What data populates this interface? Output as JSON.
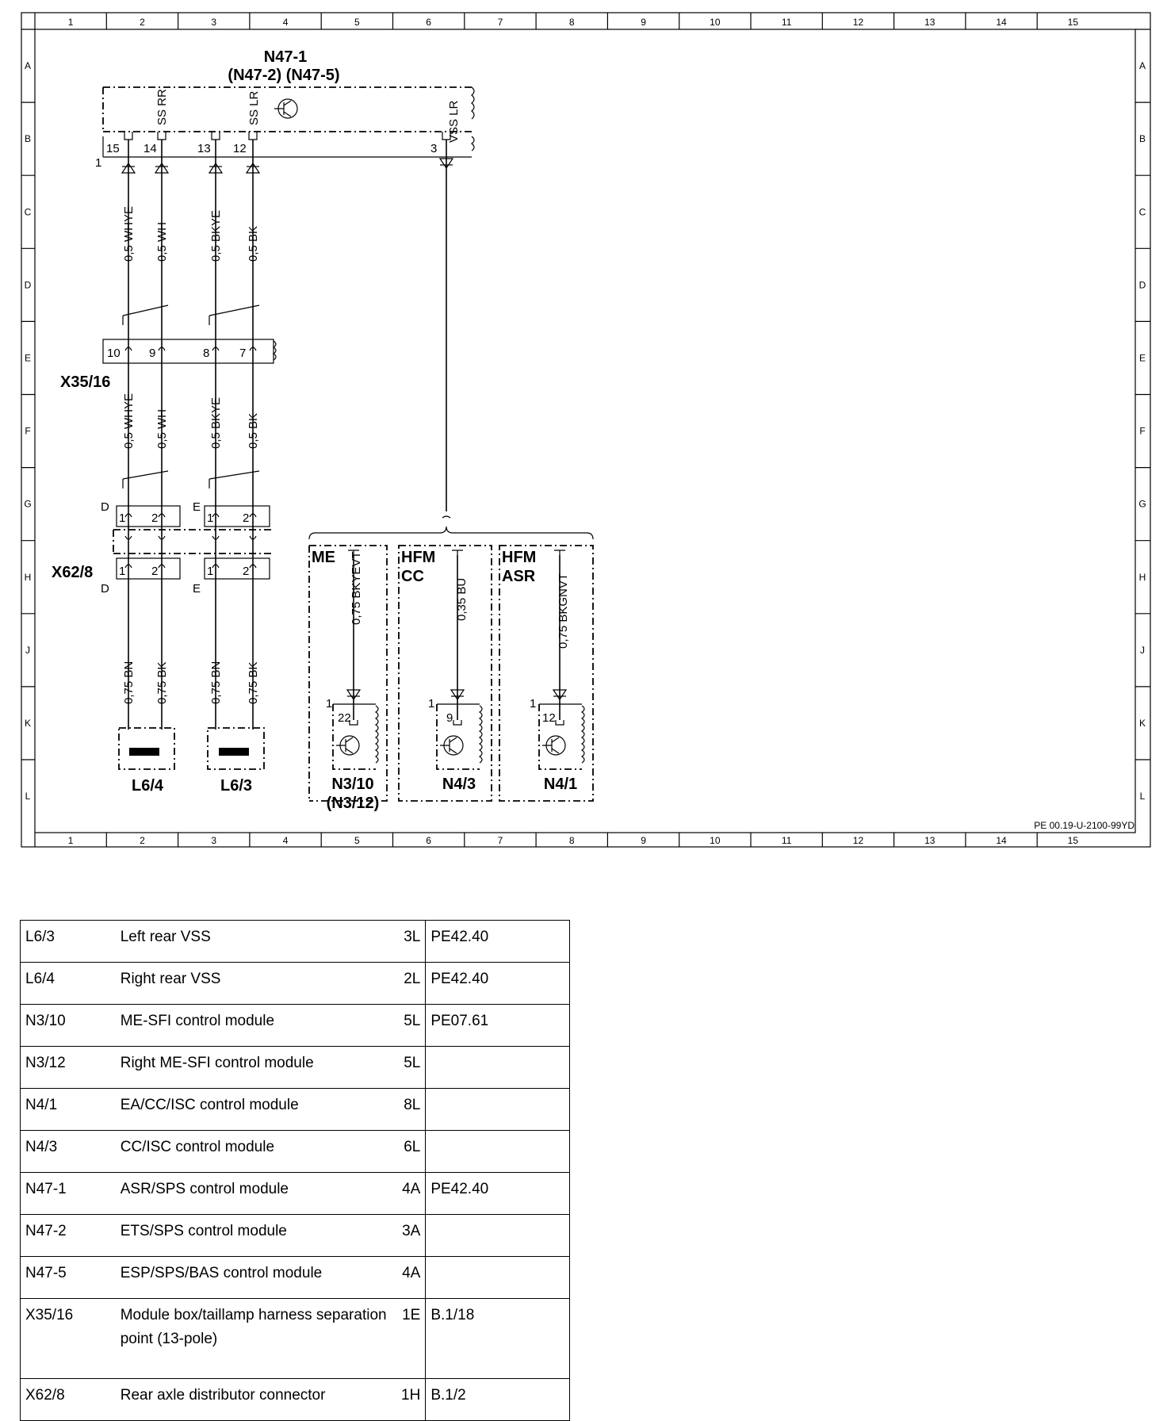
{
  "diagram": {
    "grid_columns": [
      "1",
      "2",
      "3",
      "4",
      "5",
      "6",
      "7",
      "8",
      "9",
      "10",
      "11",
      "12",
      "13",
      "14",
      "15"
    ],
    "grid_rows": [
      "A",
      "B",
      "C",
      "D",
      "E",
      "F",
      "G",
      "H",
      "J",
      "K",
      "L"
    ],
    "doc_id": "PE 00.19-U-2100-99YD",
    "n47": {
      "title": "N47-1",
      "subtitle": "(N47-2) (N47-5)",
      "pins": [
        "15",
        "14",
        "13",
        "12",
        "3"
      ],
      "pin_signals": [
        "SS RR",
        "SS LR",
        "VSS LR"
      ],
      "conn_num": "1"
    },
    "wires_top": [
      "0,5 WHYE",
      "0,5 WH",
      "0,5 BKYE",
      "0,5 BK"
    ],
    "x35": {
      "label": "X35/16",
      "pins": [
        "10",
        "9",
        "8",
        "7"
      ]
    },
    "wires_mid": [
      "0,5 WHYE",
      "0,5 WH",
      "0,5 BKYE",
      "0,5 BK"
    ],
    "x62": {
      "label": "X62/8",
      "letters": [
        "D",
        "E",
        "D",
        "E"
      ],
      "pins": [
        "1",
        "2",
        "1",
        "2",
        "1",
        "2",
        "1",
        "2"
      ]
    },
    "wires_bottom": [
      "0,75 BN",
      "0,75 BK",
      "0,75 BN",
      "0,75 BK"
    ],
    "sensors": [
      "L6/4",
      "L6/3"
    ],
    "variants": [
      {
        "line1": "ME",
        "line2": "",
        "wire": "0,75 BKYEVT",
        "pin": "22",
        "conn": "1",
        "module": "N3/10",
        "module2": "(N3/12)"
      },
      {
        "line1": "HFM",
        "line2": "CC",
        "wire": "0,35 BU",
        "pin": "9",
        "conn": "1",
        "module": "N4/3",
        "module2": ""
      },
      {
        "line1": "HFM",
        "line2": "ASR",
        "wire": "0,75 BKGNVT",
        "pin": "12",
        "conn": "1",
        "module": "N4/1",
        "module2": ""
      }
    ]
  },
  "legend": [
    {
      "code": "L6/3",
      "desc": "Left rear VSS",
      "loc": "3L",
      "ref": "PE42.40"
    },
    {
      "code": "L6/4",
      "desc": "Right rear VSS",
      "loc": "2L",
      "ref": "PE42.40"
    },
    {
      "code": "N3/10",
      "desc": "ME-SFI control module",
      "loc": "5L",
      "ref": "PE07.61"
    },
    {
      "code": "N3/12",
      "desc": "Right ME-SFI control module",
      "loc": "5L",
      "ref": ""
    },
    {
      "code": "N4/1",
      "desc": "EA/CC/ISC control module",
      "loc": "8L",
      "ref": ""
    },
    {
      "code": "N4/3",
      "desc": "CC/ISC control module",
      "loc": "6L",
      "ref": ""
    },
    {
      "code": "N47-1",
      "desc": "ASR/SPS control module",
      "loc": "4A",
      "ref": "PE42.40"
    },
    {
      "code": "N47-2",
      "desc": "ETS/SPS control module",
      "loc": "3A",
      "ref": ""
    },
    {
      "code": "N47-5",
      "desc": "ESP/SPS/BAS control module",
      "loc": "4A",
      "ref": ""
    },
    {
      "code": "X35/16",
      "desc": "Module box/taillamp harness separation point (13-pole)",
      "loc": "1E",
      "ref": "B.1/18"
    },
    {
      "code": "X62/8",
      "desc": "Rear axle distributor connector",
      "loc": "1H",
      "ref": "B.1/2"
    }
  ]
}
